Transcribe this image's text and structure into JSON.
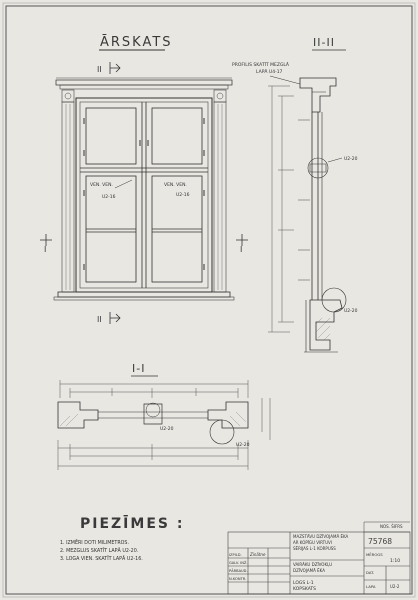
{
  "drawing": {
    "title_elevation": "ĀRSKATS",
    "title_section_vertical": "II-II",
    "title_section_horizontal": "I-I",
    "notes_title": "PIEZĪMES :",
    "section_marks": {
      "II": "II",
      "I": "I"
    },
    "callouts": {
      "profile_top": "PROFILIS SKATĪT MEZGLĀ",
      "profile_top_ref": "LAPĀ U4-17",
      "sash_left": "VEN. VEN.",
      "sash_left_ref": "U2-16",
      "sash_right": "VEN. VEN.",
      "sash_right_ref": "U2-16",
      "node_right_mid": "U2-20",
      "node_right_low": "U2-20",
      "node_section_left": "U2-20",
      "node_section_right": "U2-20"
    },
    "notes": [
      "1. IZMĒRI DOTI MILIMETROS.",
      "2. MEZGLUS SKATĪT LAPĀ U2-20.",
      "3. LOGA VIEN. SKATĪT LAPĀ U2-16."
    ],
    "title_block": {
      "top_right": "NOS. ŠIFRS",
      "project_lines": [
        "MAZSTĀVU DZĪVOJAMĀ ĒKA",
        "AR KOPĪGU VIRTUVI",
        "SĒRIJAS L-1 KORPUSS"
      ],
      "designer_lines": [
        "VAIRĀKU DZĪVOKĻU",
        "DZĪVOJAMĀ ĒKA"
      ],
      "object_lines": [
        "LOGS L-1",
        "KOPSKATS"
      ],
      "sheet_number": "75768",
      "sheet_label": "LAPA",
      "sheet_of": "U2-2",
      "scale_label": "MĒROGS",
      "scale_value": "1:10",
      "date_label": "DAT.",
      "role_rows": [
        "IZPILD.",
        "GALV. INŽ.",
        "PĀRBAUD.",
        "N.KONTR."
      ],
      "signature": "Zinātne"
    }
  }
}
